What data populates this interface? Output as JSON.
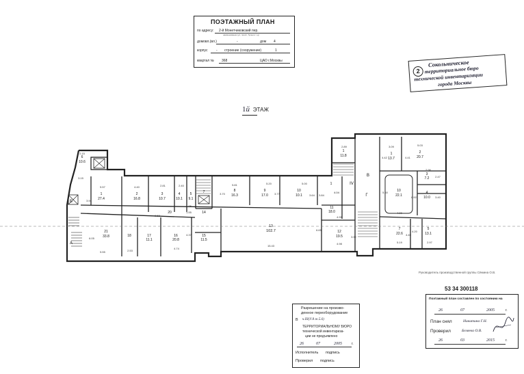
{
  "header": {
    "title": "ПОЭТАЖНЫЙ ПЛАН",
    "address_label": "по адресу:",
    "address_value": "2-й Монетчиковский пер.",
    "address_note": "наименование (ул, просп, бульв и т.д)",
    "house_label": "домовл.(вл.)",
    "house_dash": "-",
    "dom_label": "дом",
    "dom_value": "4",
    "korpus_label": "корпус",
    "korpus_value": "-",
    "stroenie_label": "строение (сооружение)",
    "stroenie_value": "1",
    "kvartal_label": "квартал №",
    "kvartal_value": "368",
    "district": "ЦАО г.Москвы"
  },
  "bureau_stamp": {
    "number": "2",
    "lines": [
      "Сокольническое",
      "территориальное бюро",
      "технической инвентаризации",
      "города Москвы"
    ]
  },
  "floor_label": {
    "number": "1",
    "suffix": "й",
    "word": "ЭТАЖ"
  },
  "plan": {
    "rooms": [
      {
        "id": "1",
        "area": "27.4"
      },
      {
        "id": "2",
        "area": "16.8"
      },
      {
        "id": "3",
        "area": "10.7"
      },
      {
        "id": "4",
        "area": "10.1"
      },
      {
        "id": "5",
        "area": "9.1"
      },
      {
        "id": "6",
        "area": "10.6"
      },
      {
        "id": "7",
        "area": ""
      },
      {
        "id": "8",
        "area": "16.3"
      },
      {
        "id": "9",
        "area": "17.0"
      },
      {
        "id": "10",
        "area": "10.1"
      },
      {
        "id": "11",
        "area": "18.0"
      },
      {
        "id": "12",
        "area": "19.5"
      },
      {
        "id": "13",
        "area": "102.7"
      },
      {
        "id": "14",
        "area": ""
      },
      {
        "id": "15",
        "area": "11.5"
      },
      {
        "id": "16",
        "area": "20.8"
      },
      {
        "id": "17",
        "area": "11.1"
      },
      {
        "id": "18",
        "area": ""
      },
      {
        "id": "20",
        "area": ""
      },
      {
        "id": "21",
        "area": "33.8"
      },
      {
        "id": "1",
        "area": "13.7"
      },
      {
        "id": "2",
        "area": "20.7"
      },
      {
        "id": "3",
        "area": "7.2"
      },
      {
        "id": "4",
        "area": "10.0"
      },
      {
        "id": "5",
        "area": "13.1"
      },
      {
        "id": "7",
        "area": "22.6"
      },
      {
        "id": "10",
        "area": "22.1"
      },
      {
        "id": "1",
        "area": "4.04"
      },
      {
        "id": "1",
        "area": "11.8"
      }
    ],
    "dimensions": [
      "2.15",
      "3.15",
      "5.57",
      "4.40",
      "2.81",
      "2.40",
      "5.81",
      "5.20",
      "5.00",
      "2.89",
      "3.09",
      "5.03",
      "9.68",
      "4.99",
      "4.98",
      "5.55",
      "2.53",
      "4.74",
      "15.43",
      "5.19",
      "2.97",
      "4.00",
      "6.05",
      "3.84",
      "3.64",
      "6.65",
      "3.92",
      "3.77",
      "3.70",
      "3.94",
      "4.37",
      "4.40",
      "1.55",
      "1.25",
      "2.96",
      "2.47",
      "3.40",
      "4.42",
      "4.41",
      "5.60",
      "6.92",
      "4.20"
    ],
    "stair_letters": [
      "А",
      "Б",
      "В",
      "Г",
      "IV"
    ]
  },
  "right_note": "Руководитель производственной группы Сёмина О.В.",
  "doc_number": "53 34 300118",
  "permit_stamp": {
    "lines": [
      "Разрешение на произво-",
      "денное переоборудование"
    ],
    "ref_prefix": "В",
    "ref_value": "ч.III(У.8 гк.5.6)",
    "bureau_lines": [
      "ТЕРРИТОРИАЛЬНОМУ БЮРО",
      "технической инвентариза-",
      "ции не предъявлено"
    ],
    "date_day": "26",
    "date_month": "07",
    "date_year": "2005",
    "date_suffix": "г.",
    "executor_label": "Исполнитель",
    "executor_sign": "подпись",
    "checked_label": "Проверил",
    "checked_sign": "подпись"
  },
  "status_stamp": {
    "title": "Поэтажный план составлен по состоянию на",
    "date1_day": "26",
    "date1_month": "07",
    "date1_year": "2005",
    "date1_suffix": "г.",
    "plan_label": "План снял",
    "plan_name": "Никитина Г.Н.",
    "checked_label": "Проверил",
    "checked_name": "Беляева О.В.",
    "date2_day": "26",
    "date2_month": "03",
    "date2_year": "2015",
    "date2_suffix": "г."
  }
}
